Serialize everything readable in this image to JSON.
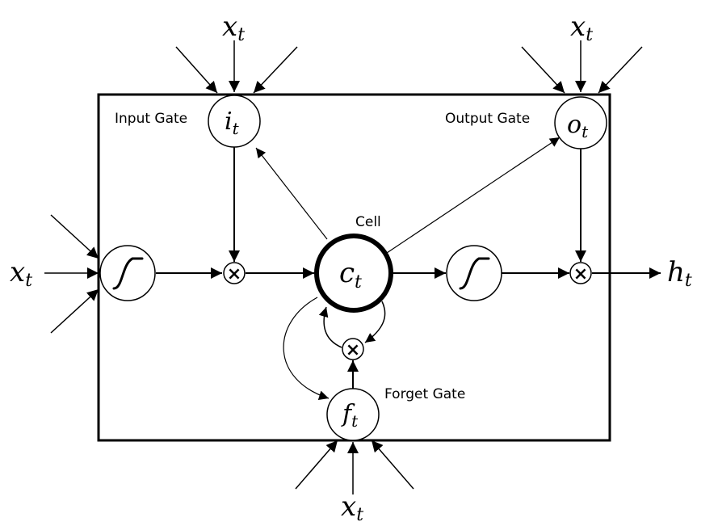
{
  "labels": {
    "input_gate": "Input Gate",
    "output_gate": "Output Gate",
    "forget_gate": "Forget Gate",
    "cell": "Cell"
  },
  "symbols": {
    "input_gate": {
      "base": "i",
      "sub": "t"
    },
    "output_gate": {
      "base": "o",
      "sub": "t"
    },
    "forget_gate": {
      "base": "f",
      "sub": "t"
    },
    "cell": {
      "base": "c",
      "sub": "t"
    },
    "input_top_left": {
      "base": "x",
      "sub": "t"
    },
    "input_top_right": {
      "base": "x",
      "sub": "t"
    },
    "input_left": {
      "base": "x",
      "sub": "t"
    },
    "input_bottom": {
      "base": "x",
      "sub": "t"
    },
    "output": {
      "base": "h",
      "sub": "t"
    }
  },
  "multiply_symbol": "×"
}
